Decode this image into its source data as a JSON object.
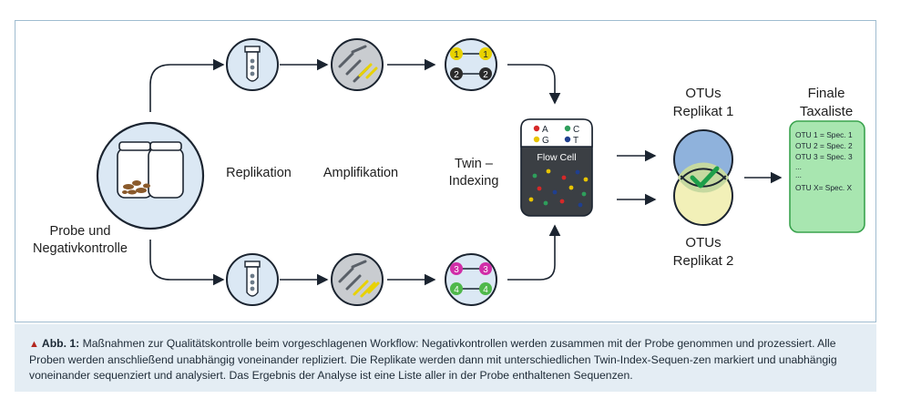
{
  "diagram": {
    "labels": {
      "sample": "Probe und\nNegativkontrolle",
      "replication": "Replikation",
      "amplification": "Amplifikation",
      "twin_indexing": "Twin –\nIndexing",
      "otus_rep1": "OTUs\nReplikat 1",
      "otus_rep2": "OTUs\nReplikat 2",
      "final_list_title": "Finale\nTaxaliste"
    },
    "index_pairs_top": [
      "1",
      "1",
      "2",
      "2"
    ],
    "index_pairs_bottom": [
      "3",
      "3",
      "4",
      "4"
    ],
    "flowcell": {
      "title": "Flow Cell",
      "bases": [
        {
          "letter": "A",
          "color": "#d62828"
        },
        {
          "letter": "C",
          "color": "#2e9e5b"
        },
        {
          "letter": "G",
          "color": "#e8c400"
        },
        {
          "letter": "T",
          "color": "#1f3f8f"
        }
      ]
    },
    "final_list": {
      "lines": [
        "OTU 1 = Spec. 1",
        "OTU 2 = Spec. 2",
        "OTU 3 = Spec. 3",
        "...",
        "...",
        "OTU X= Spec. X"
      ]
    },
    "colors": {
      "circle_fill": "#dbe8f4",
      "circle_stroke": "#1b2430",
      "venn_top": "#8fb2dc",
      "venn_bottom": "#f1efb4",
      "venn_overlap": "#c6d9a0",
      "check": "#1e9e4a",
      "final_fill": "#a8e6b0",
      "final_stroke": "#3aa34e",
      "index1": "#e8d200",
      "index2": "#2b2b2b",
      "index3": "#d12ea8",
      "index4": "#4fb84b"
    }
  },
  "caption": {
    "label": "Abb. 1:",
    "text": "Maßnahmen zur Qualitätskontrolle beim vorgeschlagenen Workflow: Negativkontrollen werden zusammen mit der Probe genommen und prozessiert. Alle Proben werden anschließend unabhängig voneinander repliziert. Die Replikate werden dann mit unterschiedlichen Twin-Index-Sequen-zen markiert und unabhängig voneinander sequenziert und analysiert. Das Ergebnis der Analyse ist eine Liste aller in der Probe enthaltenen Sequenzen."
  }
}
